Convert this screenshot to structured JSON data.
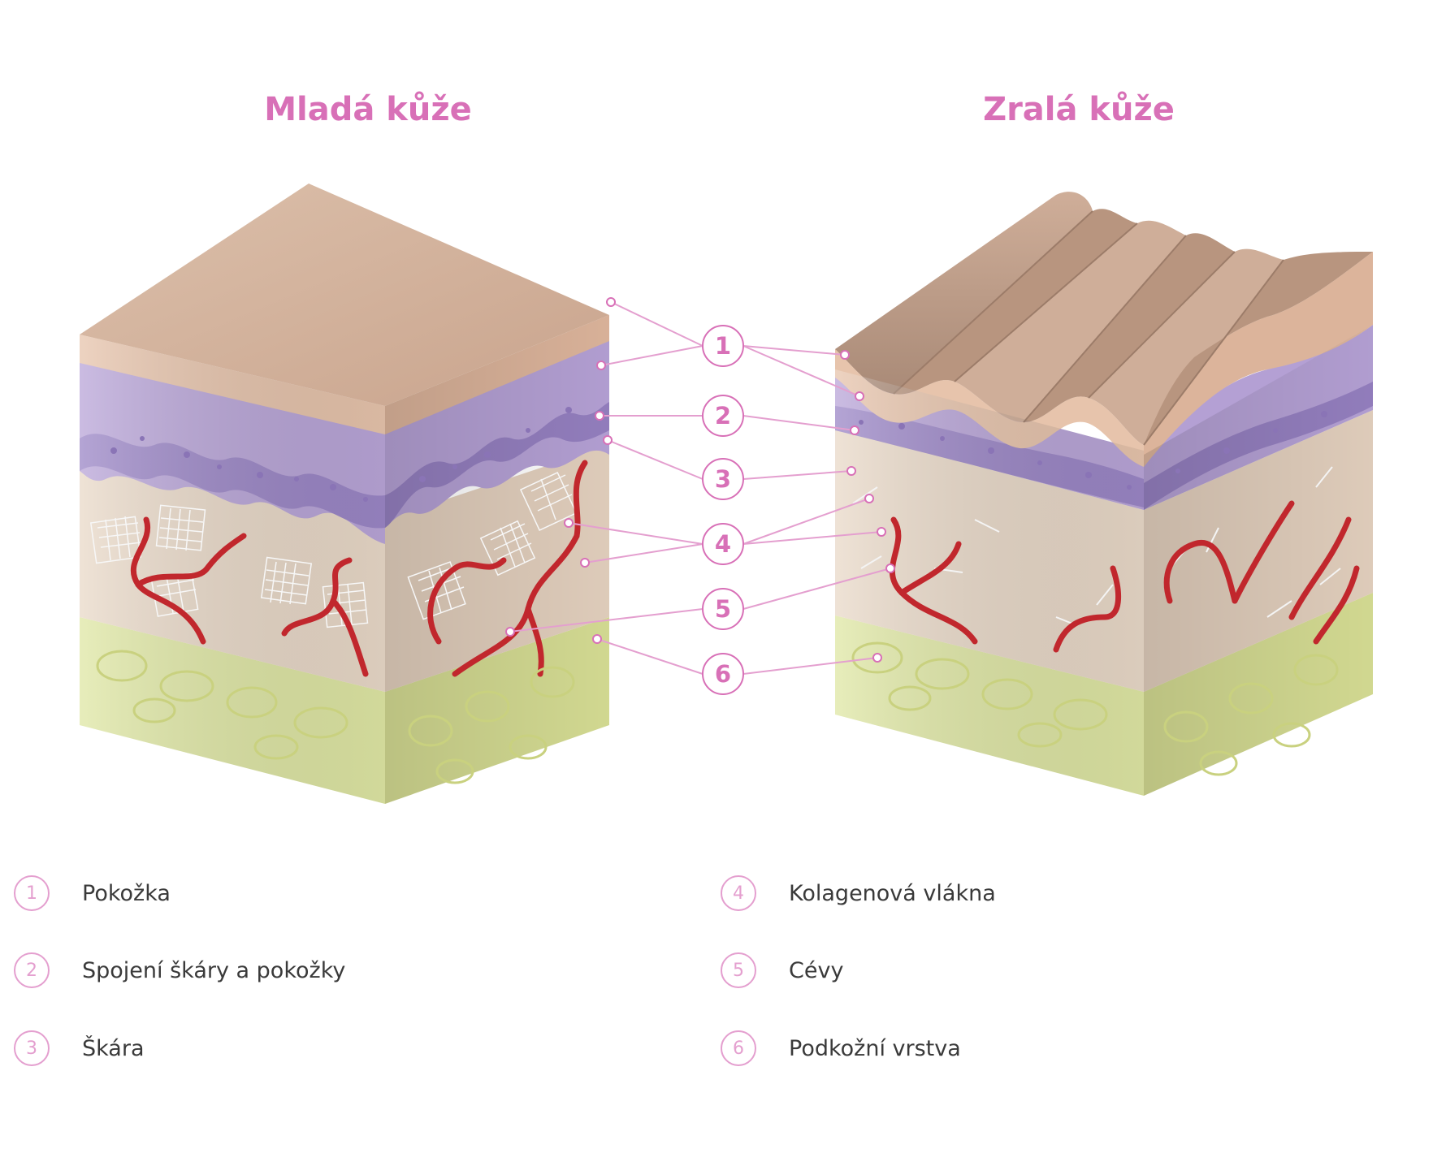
{
  "colors": {
    "accent": "#d870b7",
    "accent_soft": "#e49fcf",
    "epidermis_top": "#d9b7a0",
    "epidermis_edge": "#e7c4ac",
    "junction": "#b9a5d8",
    "junction_dark": "#9b86c6",
    "dermis": "#e9d9c8",
    "vessels": "#c1272d",
    "collagen": "#f4f4f4",
    "subcutis": "#dfe7a4"
  },
  "titles": {
    "young": "Mladá kůže",
    "mature": "Zralá kůže"
  },
  "callouts": [
    "1",
    "2",
    "3",
    "4",
    "5",
    "6"
  ],
  "legend": [
    {
      "num": "1",
      "label": "Pokožka"
    },
    {
      "num": "2",
      "label": "Spojení škáry a pokožky"
    },
    {
      "num": "3",
      "label": "Škára"
    },
    {
      "num": "4",
      "label": "Kolagenová vlákna"
    },
    {
      "num": "5",
      "label": "Cévy"
    },
    {
      "num": "6",
      "label": "Podkožní vrstva"
    }
  ]
}
